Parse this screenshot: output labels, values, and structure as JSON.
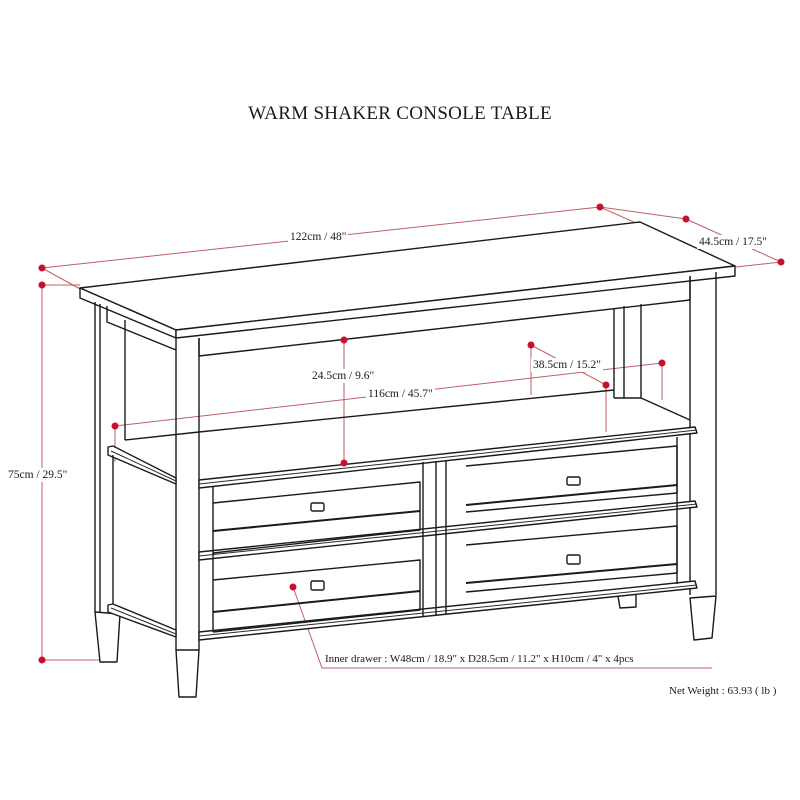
{
  "title": "WARM SHAKER CONSOLE TABLE",
  "dimensions": {
    "width": "122cm / 48\"",
    "depth": "44.5cm / 17.5\"",
    "height": "75cm / 29.5\"",
    "shelf_clearance": "24.5cm / 9.6\"",
    "shelf_width": "116cm / 45.7\"",
    "shelf_depth": "38.5cm / 15.2\""
  },
  "inner_drawer": "Inner drawer : W48cm / 18.9\" x D28.5cm / 11.2\" x H10cm / 4\" x 4pcs",
  "net_weight": "Net Weight : 63.93 ( lb )",
  "colors": {
    "line": "#1a1a1a",
    "dimension_line": "#b5434b",
    "dimension_dot": "#c8102e",
    "background": "#ffffff"
  },
  "drawers": [
    {
      "position": "top-left"
    },
    {
      "position": "top-right"
    },
    {
      "position": "bottom-left"
    },
    {
      "position": "bottom-right"
    }
  ]
}
